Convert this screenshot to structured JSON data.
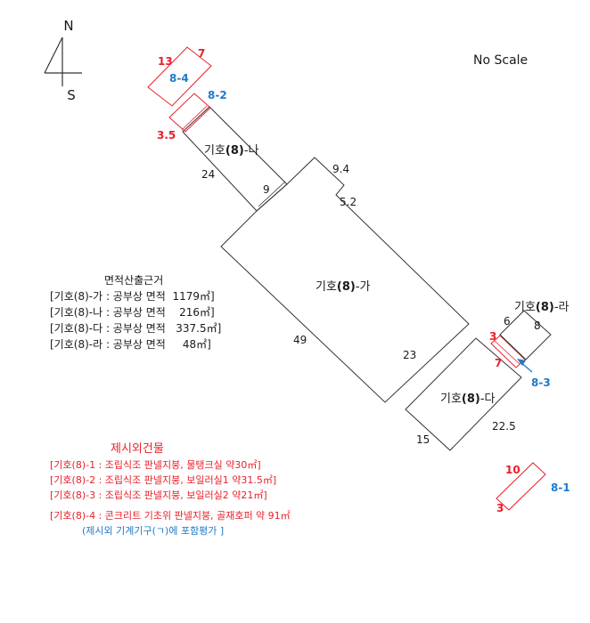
{
  "compass": {
    "north": "N",
    "south": "S"
  },
  "scale_note": "No Scale",
  "buildings": {
    "ga": {
      "label_pre": "기호",
      "label_num": "(8)",
      "label_post": "-가",
      "dims": [
        "9.4",
        "5.2",
        "49",
        "23"
      ]
    },
    "na": {
      "label_pre": "기호",
      "label_num": "(8)",
      "label_post": "-나",
      "dims": [
        "24",
        "9"
      ]
    },
    "da": {
      "label_pre": "기호",
      "label_num": "(8)",
      "label_post": "-다",
      "dims": [
        "15",
        "22.5"
      ]
    },
    "ra": {
      "label_pre": "기호",
      "label_num": "(8)",
      "label_post": "-라",
      "dims": [
        "6",
        "8"
      ]
    }
  },
  "extra": {
    "e84": {
      "id": "8-4",
      "dims": [
        "13",
        "7"
      ]
    },
    "e82": {
      "id": "8-2",
      "dims": [
        "3.5"
      ]
    },
    "e83": {
      "id": "8-3",
      "dims": [
        "3",
        "7"
      ]
    },
    "e81": {
      "id": "8-1",
      "dims": [
        "10",
        "3"
      ]
    }
  },
  "area_basis": {
    "title": "면적산출근거",
    "rows": [
      "[기호(8)-가 : 공부상 면적  1179㎡]",
      "[기호(8)-나 : 공부상 면적    216㎡]",
      "[기호(8)-다 : 공부상 면적   337.5㎡]",
      "[기호(8)-라 : 공부상 면적     48㎡]"
    ]
  },
  "excluded": {
    "title": "제시외건물",
    "rows": [
      "[기호(8)-1 : 조립식조 판넬지붕, 물탱크실 약30㎡]",
      "[기호(8)-2 : 조립식조 판넬지붕, 보일러실1 약31.5㎡]",
      "[기호(8)-3 : 조립식조 판넬지붕, 보일러실2 약21㎡]",
      "[기호(8)-4 : 콘크리트 기초위 판넬지붕, 골재호퍼 약 91㎡",
      "(제시외 기계기구(ㄱ)에 포함평가 ]"
    ]
  },
  "colors": {
    "outline": "#333333",
    "red": "#e8202a",
    "blue": "#1f7ac8",
    "text": "#1a1a1a"
  }
}
